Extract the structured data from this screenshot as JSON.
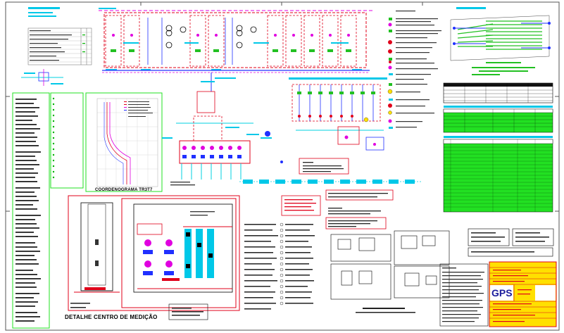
{
  "drawing": {
    "coordinogram_caption": "COORDENOGRAMA TR3T7",
    "detail_caption": "DETALHE CENTRO DE MEDIÇÃO",
    "company_logo_text": "GPS"
  },
  "colors": {
    "line_red": "#e0001a",
    "line_blue": "#2030ff",
    "line_cyan": "#00d0e0",
    "line_magenta": "#e000e0",
    "fill_green": "#22e022",
    "title_block_yellow": "#ffe000",
    "title_block_red": "#e0001a",
    "logo_blue": "#1c1c9c"
  }
}
